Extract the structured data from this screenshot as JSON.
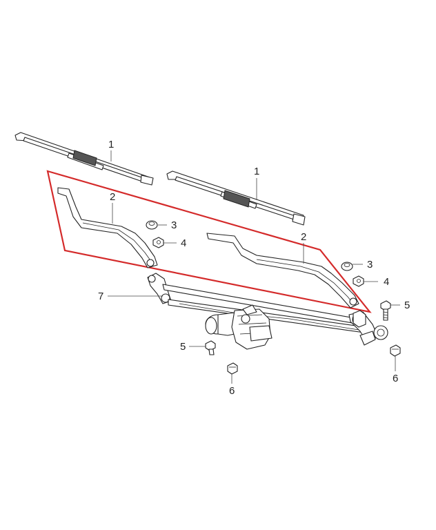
{
  "colors": {
    "highlight": "#d42a2a",
    "line": "#222222"
  },
  "callouts": {
    "blade_left": "1",
    "blade_right": "1",
    "arm_left": "2",
    "arm_right": "2",
    "cap_left": "3",
    "cap_right": "3",
    "nut_left": "4",
    "nut_right": "4",
    "bolt_right": "5",
    "bolt_bottom": "5",
    "nut_bottom_center": "6",
    "nut_bottom_right": "6",
    "linkage": "7"
  }
}
